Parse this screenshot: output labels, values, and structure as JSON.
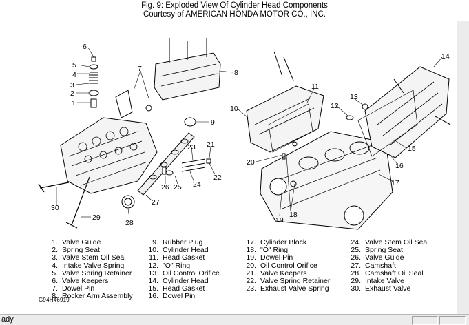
{
  "title": {
    "line1": "Fig. 9: Exploded View Of Cylinder Head Components",
    "line2": "Courtesy of AMERICAN HONDA MOTOR CO., INC."
  },
  "callouts": [
    "1",
    "2",
    "3",
    "4",
    "5",
    "6",
    "7",
    "8",
    "9",
    "10",
    "11",
    "12",
    "13",
    "14",
    "15",
    "16",
    "17",
    "18",
    "19",
    "20",
    "21",
    "22",
    "23",
    "24",
    "25",
    "26",
    "27",
    "28",
    "29",
    "30"
  ],
  "legend": [
    [
      {
        "num": "1.",
        "label": "Valve Guide"
      },
      {
        "num": "2.",
        "label": "Spring Seat"
      },
      {
        "num": "3.",
        "label": "Valve Stem Oil Seal"
      },
      {
        "num": "4.",
        "label": "Intake Valve Spring"
      },
      {
        "num": "5.",
        "label": "Valve Spring Retainer"
      },
      {
        "num": "6.",
        "label": "Valve Keepers"
      },
      {
        "num": "7.",
        "label": "Dowel Pin"
      },
      {
        "num": "8.",
        "label": "Rocker Arm Assembly"
      }
    ],
    [
      {
        "num": "9.",
        "label": "Rubber Plug"
      },
      {
        "num": "10.",
        "label": "Cylinder Head"
      },
      {
        "num": "11.",
        "label": "Head Gasket"
      },
      {
        "num": "12.",
        "label": "\"O\" Ring"
      },
      {
        "num": "13.",
        "label": "Oil Control Orifice"
      },
      {
        "num": "14.",
        "label": "Cylinder Head"
      },
      {
        "num": "15.",
        "label": "Head Gasket"
      },
      {
        "num": "16.",
        "label": "Dowel Pin"
      }
    ],
    [
      {
        "num": "17.",
        "label": "Cylinder Block"
      },
      {
        "num": "18.",
        "label": "\"O\" Ring"
      },
      {
        "num": "19.",
        "label": "Dowel Pin"
      },
      {
        "num": "20.",
        "label": "Oil Control Orifice"
      },
      {
        "num": "21.",
        "label": "Valve Keepers"
      },
      {
        "num": "22.",
        "label": "Valve Spring Retainer"
      },
      {
        "num": "23.",
        "label": "Exhaust Valve Spring"
      }
    ],
    [
      {
        "num": "24.",
        "label": "Valve Stem Oil Seal"
      },
      {
        "num": "25.",
        "label": "Spring Seat"
      },
      {
        "num": "26.",
        "label": "Valve Guide"
      },
      {
        "num": "27.",
        "label": "Camshaft"
      },
      {
        "num": "28.",
        "label": "Camshaft Oil Seal"
      },
      {
        "num": "29.",
        "label": "Intake Valve"
      },
      {
        "num": "30.",
        "label": "Exhaust Valve"
      }
    ]
  ],
  "figure_code": "G94H46919",
  "status": {
    "text": "ady"
  }
}
